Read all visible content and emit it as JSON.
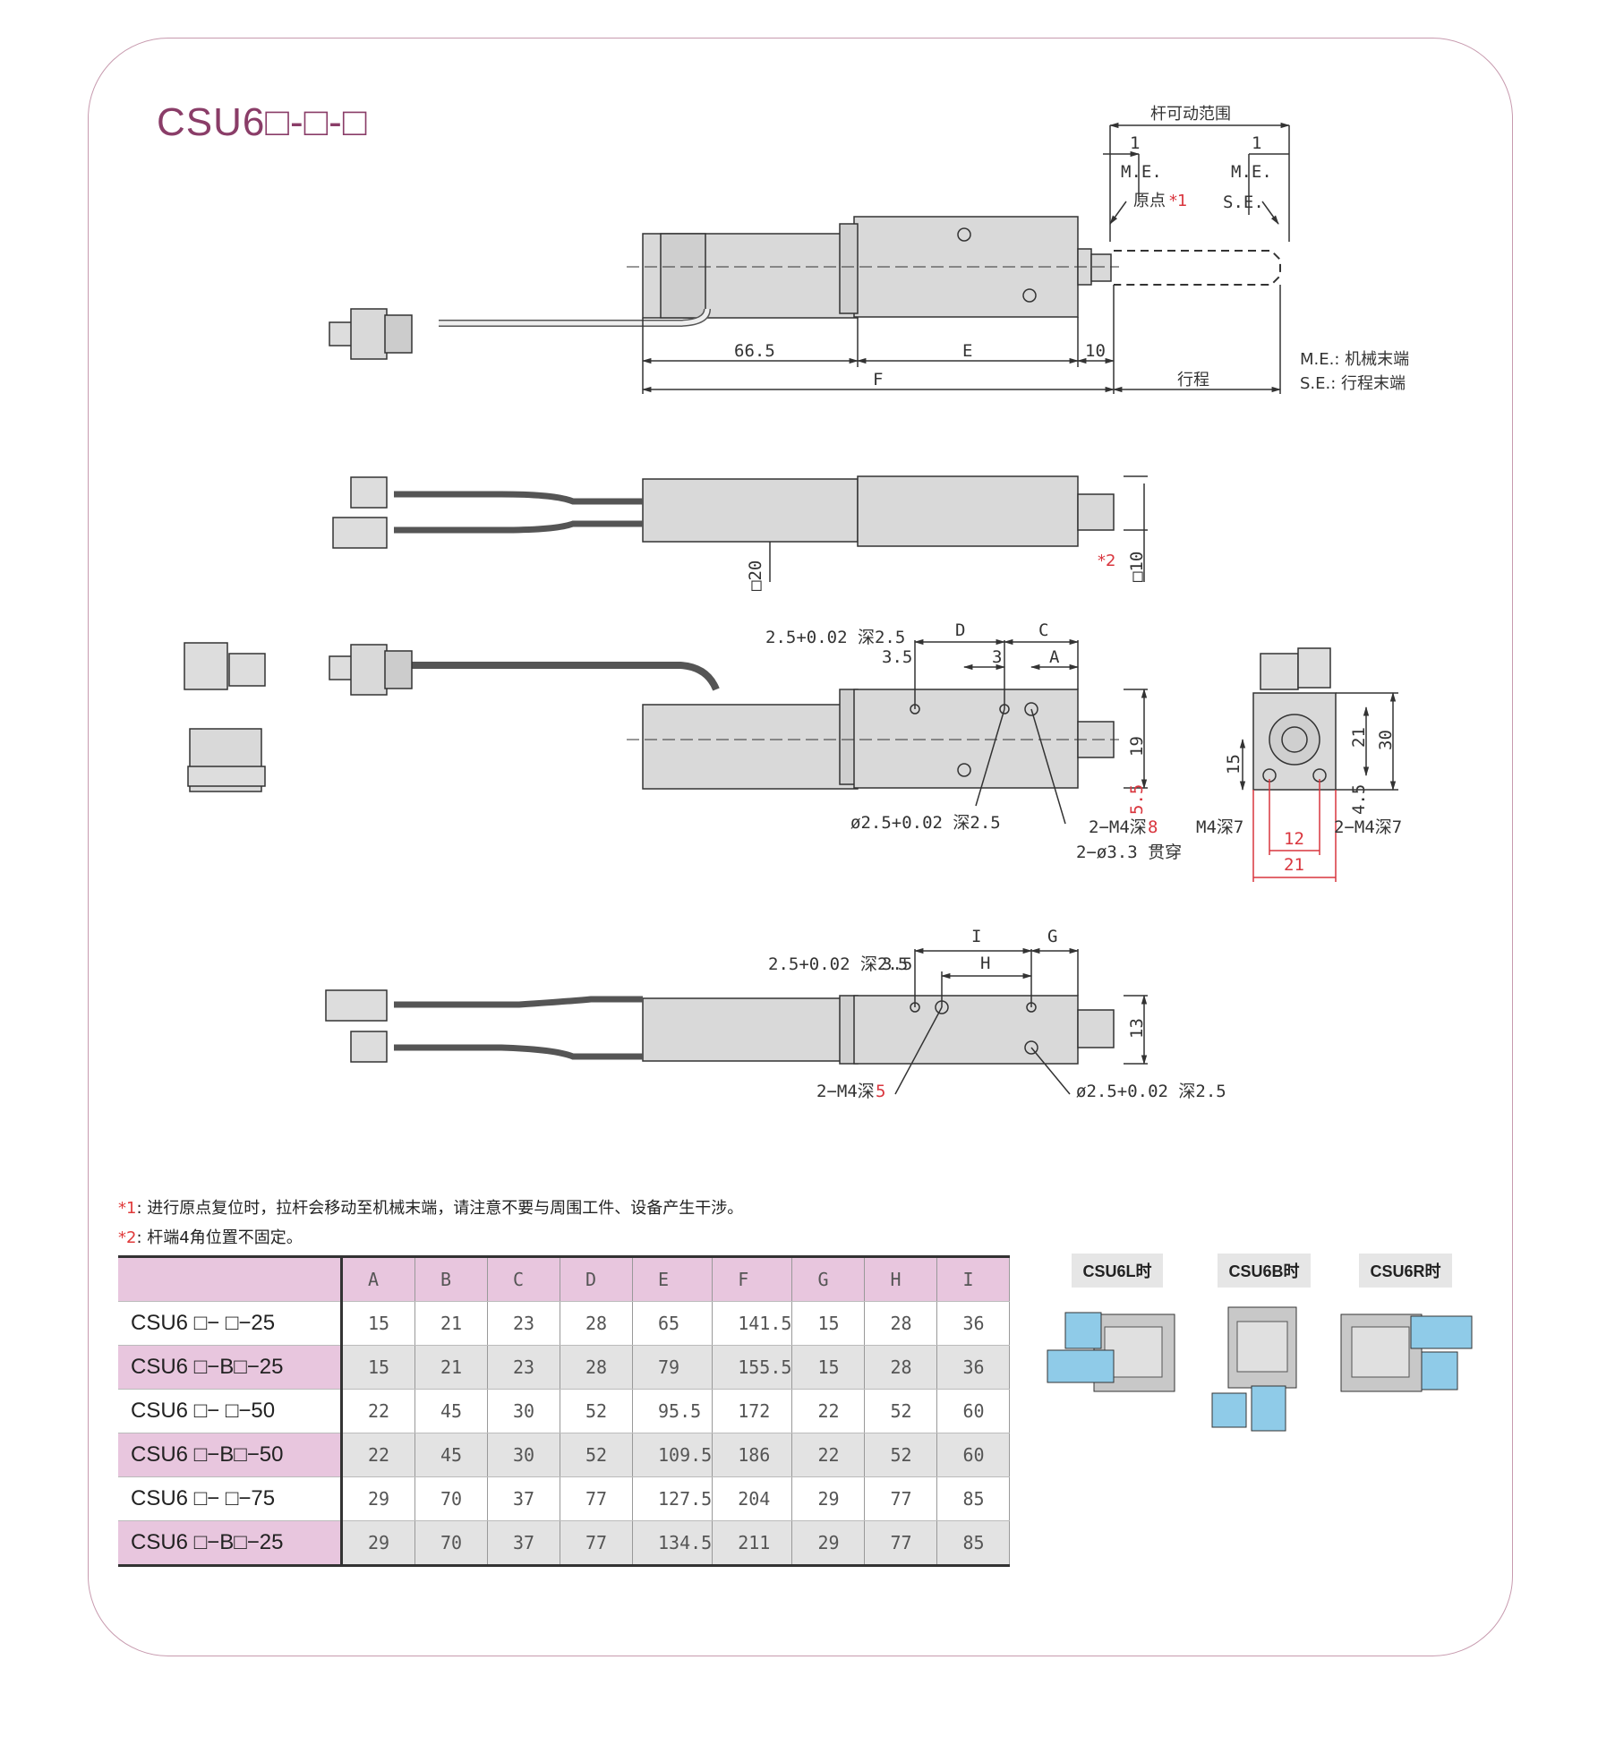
{
  "title": "CSU6□-□-□",
  "drawing_labels": {
    "rod_range": "杆可动范围",
    "one_left": "1",
    "one_right": "1",
    "me_left": "M.E.",
    "me_right": "M.E.",
    "origin": "原点",
    "origin_mark": "*1",
    "se": "S.E.",
    "dim_665": "66.5",
    "dim_e": "E",
    "dim_10": "10",
    "dim_f": "F",
    "stroke": "行程",
    "sq20": "□20",
    "star2": "*2",
    "sq10": "□10",
    "hole_top": "2.5+0.02 深2.5",
    "d35a": "3.5",
    "dim_d": "D",
    "dim_c": "C",
    "dim_3": "3",
    "dim_a": "A",
    "dim_19": "19",
    "dim_55": "5.5",
    "phi25": "ø2.5+0.02 深2.5",
    "m4_8_pre": "2−M4深",
    "m4_8_num": "8",
    "phi33": "2−ø3.3 贯穿",
    "end_21a": "21",
    "end_30": "30",
    "end_15": "15",
    "end_45": "4.5",
    "end_m47": "M4深7",
    "end_2m47": "2−M4深7",
    "end_12": "12",
    "end_21b": "21",
    "hole_bot": "2.5+0.02 深2.5",
    "d35b": "3.5",
    "dim_i": "I",
    "dim_g": "G",
    "dim_h": "H",
    "dim_13": "13",
    "m4_5_pre": "2−M4深",
    "m4_5_num": "5",
    "phi25b": "ø2.5+0.02 深2.5"
  },
  "legend": {
    "me": "M.E.: 机械末端",
    "se": "S.E.: 行程末端"
  },
  "notes": [
    {
      "mark": "*1",
      "text": ": 进行原点复位时，拉杆会移动至机械末端，请注意不要与周围工件、设备产生干涉。"
    },
    {
      "mark": "*2",
      "text": ": 杆端4角位置不固定。"
    }
  ],
  "table": {
    "headers": [
      "A",
      "B",
      "C",
      "D",
      "E",
      "F",
      "G",
      "H",
      "I"
    ],
    "rows": [
      {
        "model": "CSU6 □− □−25",
        "values": [
          "15",
          "21",
          "23",
          "28",
          "65",
          "141.5",
          "15",
          "28",
          "36"
        ]
      },
      {
        "model": "CSU6 □−B□−25",
        "values": [
          "15",
          "21",
          "23",
          "28",
          "79",
          "155.5",
          "15",
          "28",
          "36"
        ]
      },
      {
        "model": "CSU6 □− □−50",
        "values": [
          "22",
          "45",
          "30",
          "52",
          "95.5",
          "172",
          "22",
          "52",
          "60"
        ]
      },
      {
        "model": "CSU6 □−B□−50",
        "values": [
          "22",
          "45",
          "30",
          "52",
          "109.5",
          "186",
          "22",
          "52",
          "60"
        ]
      },
      {
        "model": "CSU6 □− □−75",
        "values": [
          "29",
          "70",
          "37",
          "77",
          "127.5",
          "204",
          "29",
          "77",
          "85"
        ]
      },
      {
        "model": "CSU6 □−B□−25",
        "values": [
          "29",
          "70",
          "37",
          "77",
          "134.5",
          "211",
          "29",
          "77",
          "85"
        ]
      }
    ]
  },
  "variants": [
    {
      "label": "CSU6L时"
    },
    {
      "label": "CSU6B时"
    },
    {
      "label": "CSU6R时"
    }
  ],
  "colors": {
    "title": "#8a3d68",
    "frame": "#c79aae",
    "header_fill": "#e8c6de",
    "connector_blue": "#8fcbe8",
    "red_dim": "#d9363e"
  }
}
